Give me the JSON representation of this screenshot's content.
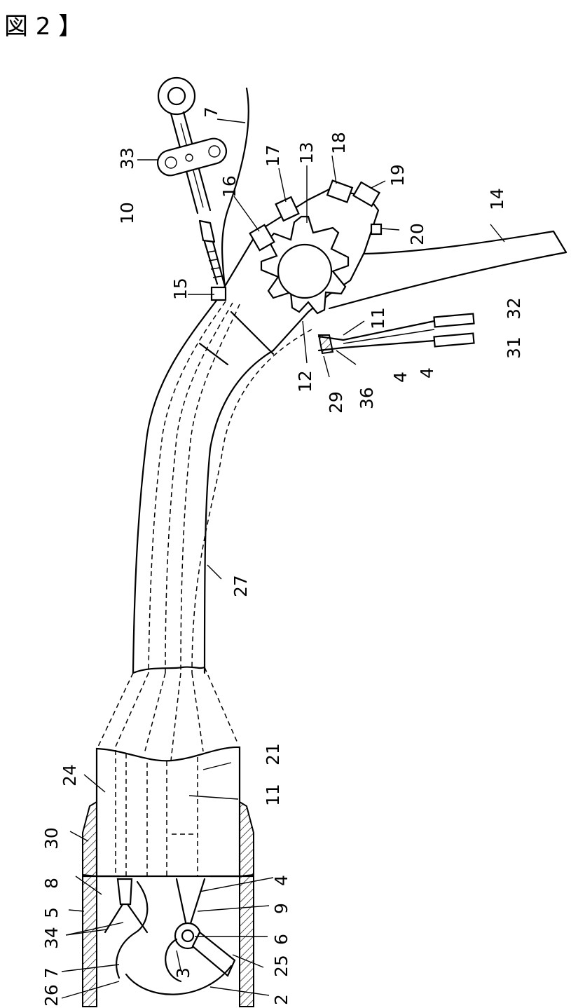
{
  "figure": {
    "caption": "図 2 】",
    "labels": {
      "l7_top": "7",
      "l33": "33",
      "l10": "10",
      "l16": "16",
      "l17": "17",
      "l13": "13",
      "l18": "18",
      "l19": "19",
      "l20": "20",
      "l14": "14",
      "l15": "15",
      "l11_top": "11",
      "l32": "32",
      "l4_a": "4",
      "l4_b": "4",
      "l31": "31",
      "l12": "12",
      "l29": "29",
      "l36": "36",
      "l27": "27",
      "l24": "24",
      "l21": "21",
      "l11_bottom": "11",
      "l30": "30",
      "l8": "8",
      "l5": "5",
      "l34": "34",
      "l7_bottom": "7",
      "l26": "26",
      "l3": "3",
      "l25": "25",
      "l6": "6",
      "l9": "9",
      "l4_bottom": "4",
      "l2": "2"
    }
  }
}
